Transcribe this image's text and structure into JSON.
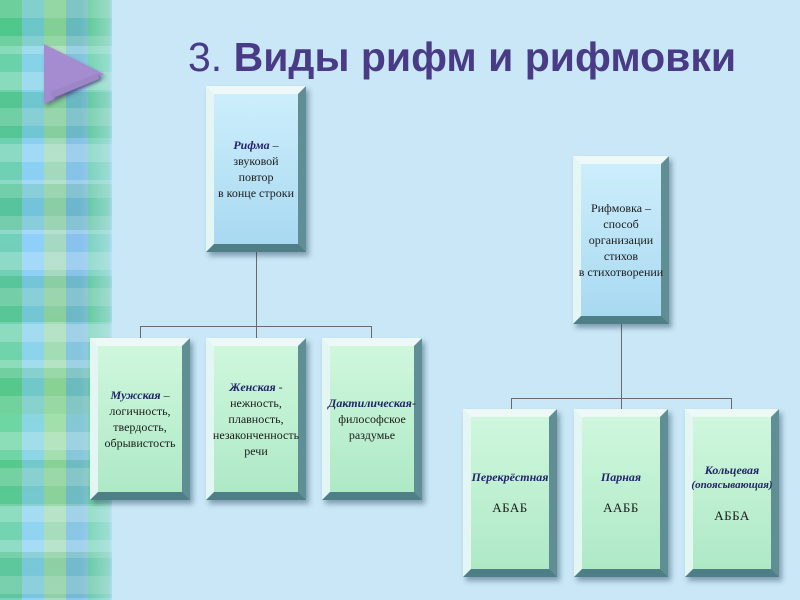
{
  "title": {
    "number": "3.",
    "text": "Виды рифм и рифмовки"
  },
  "left_root": {
    "head": "Рифма",
    "dash": " –",
    "lines": [
      "звуковой",
      "повтор",
      "в конце строки"
    ]
  },
  "left_children": [
    {
      "head": "Мужская",
      "dash": " –",
      "lines": [
        "логичность,",
        "твердость,",
        "обрывистость"
      ]
    },
    {
      "head": "Женская",
      "dash": " -",
      "lines": [
        "нежность,",
        "плавность,",
        "незаконченность",
        "речи"
      ]
    },
    {
      "head": "Дактилическая",
      "dash": "-",
      "lines": [
        "философское",
        "раздумье"
      ]
    }
  ],
  "right_root": {
    "lines": [
      "Рифмовка –",
      "способ",
      "организации",
      "стихов",
      "в стихотворении"
    ]
  },
  "right_children": [
    {
      "head": "Перекрёстная",
      "scheme": "АБАБ"
    },
    {
      "head": "Парная",
      "scheme": "ААББ"
    },
    {
      "head": "Кольцевая",
      "subhead": "(опоясывающая)",
      "scheme": "АББА"
    }
  ]
}
